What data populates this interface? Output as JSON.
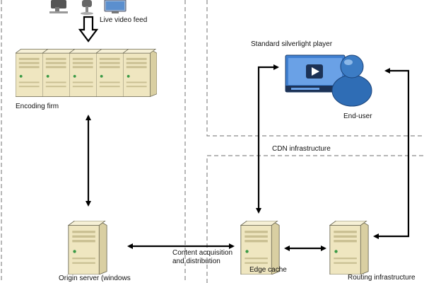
{
  "labels": {
    "live_video_feed": "Live video feed",
    "encoding_firm": "Encoding firm",
    "standard_player": "Standard silverlight player",
    "end_user": "End-user",
    "cdn_infrastructure": "CDN infrastructure",
    "content_acquisition_line1": "Content acquisition",
    "content_acquisition_line2": "and distribution",
    "origin_server": "Origin server (windows",
    "edge_cache": "Edge cache",
    "routing_infrastructure": "Routing infrastructure"
  },
  "nodes": {
    "source_icons": [
      "camera-icon",
      "microphone-icon",
      "monitor-icon"
    ],
    "encoding_servers": [
      "server-icon",
      "server-icon",
      "server-icon",
      "server-icon",
      "server-icon"
    ],
    "origin": "server-icon",
    "edge": "server-icon",
    "routing": "server-icon",
    "player": "video-player-icon",
    "user": "user-icon"
  },
  "colors": {
    "server_body": "#efe6c0",
    "server_shade": "#d9cfa2",
    "dashed_border": "#8a8a8a",
    "arrow": "#000000",
    "user_blue": "#2f6db5",
    "player_blue": "#3f7fd0"
  }
}
